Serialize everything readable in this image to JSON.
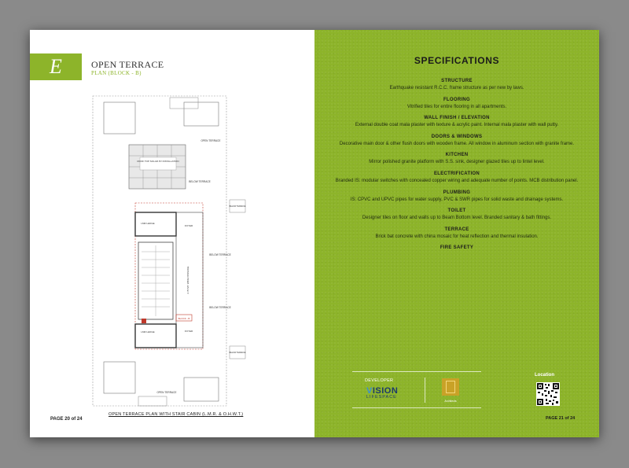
{
  "left_page": {
    "logo_letter": "E",
    "title": "OPEN TERRACE",
    "subtitle": "PLAN (BLOCK - B)",
    "page_number": "PAGE 20 of 24",
    "plan_caption": "OPEN TERRACE PLAN WITH STAIR CABIN (L.M.R. & O.H.W.T.)",
    "plan_labels": {
      "open_terrace_top": "OPEN TERRACE",
      "below_terrace_1": "BELOW TERRACE",
      "below_terrace_2": "BELOW TERRACE",
      "below_terrace_3": "BELOW TERRACE",
      "open_terrace_bottom": "OPEN TERRACE",
      "roof_top_solar": "ROOF TOP SOLAR PV INSTALLATION",
      "lift_1": "LMR LEDGE",
      "lift_2": "LMR LEDGE",
      "foyer_1": "FOYER",
      "foyer_2": "FOYER",
      "passage": "2.70 MT. WIDE PASSAGE",
      "block": "BLOCK - B",
      "below_terrace_right_top": "BELOW TERRACE",
      "below_terrace_right_bottom": "BELOW TERRACE"
    }
  },
  "right_page": {
    "title": "SPECIFICATIONS",
    "items": [
      {
        "heading": "STRUCTURE",
        "text": "Earthquake resistant R.C.C. frame structure as per new by laws."
      },
      {
        "heading": "FLOORING",
        "text": "Vitrified tiles for entire flooring in all apartments."
      },
      {
        "heading": "WALL FINISH / ELEVATION",
        "text": "External double coat mala plaster with texture & acrylic paint. Internal mala plaster with wall putty."
      },
      {
        "heading": "DOORS & WINDOWS",
        "text": "Decorative main door & other flush doors with wooden frame. All window in aluminum section with granite frame."
      },
      {
        "heading": "KITCHEN",
        "text": "Mirror polished granite platform with S.S. sink, designer glazed tiles up to lintel level."
      },
      {
        "heading": "ELECTRIFICATION",
        "text": "Branded IS: modular switches with concealed copper wiring and adequate number of points. MCB distribution panel."
      },
      {
        "heading": "PLUMBING",
        "text": "IS: CPVC and UPVC pipes for water supply, PVC & SWR pipes for solid waste and drainage systems."
      },
      {
        "heading": "TOILET",
        "text": "Designer tiles on floor and walls up to Beam Bottom level. Branded sanitary & bath fittings."
      },
      {
        "heading": "TERRACE",
        "text": "Brick bat concrete with china mosaic for heat reflection and thermal insulation."
      },
      {
        "heading": "FIRE SAFETY",
        "text": ""
      }
    ],
    "developer_label": "DEVELOPER",
    "developer_name_v": "V",
    "developer_name_rest": "ISION",
    "developer_sub": "LIFESPACE",
    "architect_label": "Architects",
    "location_label": "Location",
    "page_number": "PAGE 21 of 24"
  },
  "colors": {
    "accent_green": "#8db42a",
    "brand_blue": "#1d3a6b"
  }
}
